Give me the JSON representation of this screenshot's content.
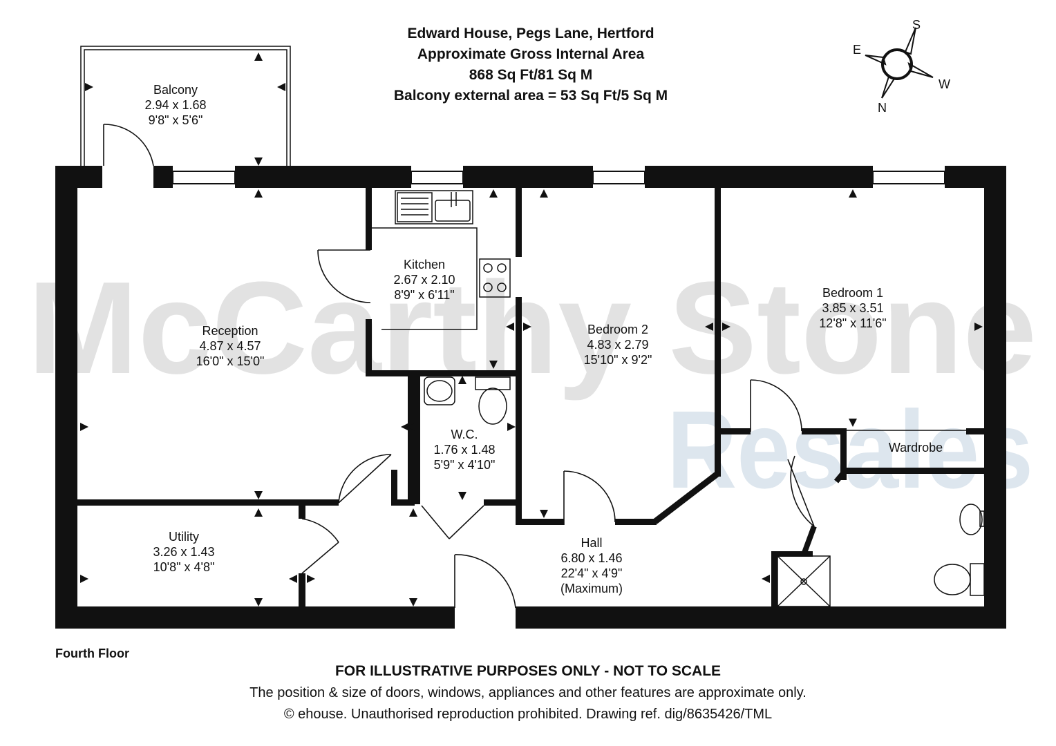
{
  "header": {
    "address": "Edward House, Pegs Lane, Hertford",
    "area_title": "Approximate Gross Internal Area",
    "area_value": "868 Sq Ft/81 Sq M",
    "balcony_area": "Balcony external area = 53 Sq Ft/5 Sq M"
  },
  "watermark": {
    "line1": "McCarthy Stone",
    "line2": "Resales"
  },
  "compass": {
    "north": "N",
    "south": "S",
    "east": "E",
    "west": "W"
  },
  "rooms": {
    "balcony": {
      "name": "Balcony",
      "metric": "2.94 x 1.68",
      "imperial": "9'8\" x 5'6\""
    },
    "kitchen": {
      "name": "Kitchen",
      "metric": "2.67 x 2.10",
      "imperial": "8'9\" x 6'11\""
    },
    "reception": {
      "name": "Reception",
      "metric": "4.87 x 4.57",
      "imperial": "16'0\" x 15'0\""
    },
    "bedroom2": {
      "name": "Bedroom 2",
      "metric": "4.83 x 2.79",
      "imperial": "15'10\" x 9'2\""
    },
    "bedroom1": {
      "name": "Bedroom 1",
      "metric": "3.85 x 3.51",
      "imperial": "12'8\" x 11'6\""
    },
    "wardrobe": {
      "name": "Wardrobe"
    },
    "wc": {
      "name": "W.C.",
      "metric": "1.76 x 1.48",
      "imperial": "5'9\" x 4'10\""
    },
    "utility": {
      "name": "Utility",
      "metric": "3.26 x 1.43",
      "imperial": "10'8\" x 4'8\""
    },
    "hall": {
      "name": "Hall",
      "metric": "6.80 x 1.46",
      "imperial": "22'4\" x 4'9\"",
      "note": "(Maximum)"
    }
  },
  "floor_label": "Fourth Floor",
  "footer": {
    "disclaimer": "FOR ILLUSTRATIVE PURPOSES ONLY - NOT TO SCALE",
    "note1": "The position & size of doors, windows, appliances and other features are approximate only.",
    "note2": "© ehouse. Unauthorised reproduction prohibited. Drawing ref. dig/8635426/TML"
  },
  "colors": {
    "wall": "#111111",
    "watermark_grey": "#e2e2e2",
    "watermark_blue": "#dde6ee"
  }
}
